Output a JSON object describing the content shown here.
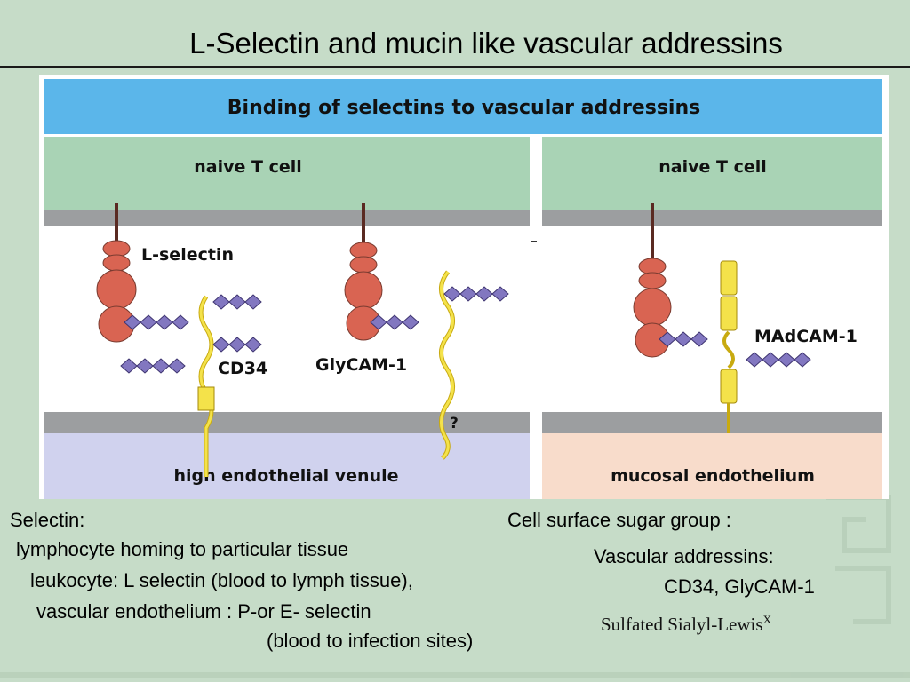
{
  "slide": {
    "title": "L-Selectin and mucin like vascular addressins"
  },
  "figure": {
    "banner": "Binding of selectins to vascular addressins",
    "left_panel": {
      "top_cell": "naive T cell",
      "bottom_cell": "high endothelial venule",
      "labels": {
        "lselectin": "L-selectin",
        "cd34": "CD34",
        "glycam": "GlyCAM-1",
        "question": "?"
      }
    },
    "right_panel": {
      "top_cell": "naive T cell",
      "bottom_cell": "mucosal endothelium",
      "labels": {
        "madcam": "MAdCAM-1"
      }
    },
    "colors": {
      "banner": "#5bb6ea",
      "t_cell": "#a9d3b5",
      "hev": "#d0d2ee",
      "mucosal": "#f8dccb",
      "membrane": "#9c9ea0",
      "selectin": "#d96452",
      "sugar": "#8277c0",
      "mucin": "#f4e24a"
    }
  },
  "notes": {
    "left": {
      "heading": "Selectin:",
      "line1": "lymphocyte homing to particular tissue",
      "line2": "leukocyte: L selectin (blood to lymph tissue),",
      "line3": "vascular endothelium :  P-or E- selectin",
      "line4": "(blood to infection sites)"
    },
    "right": {
      "heading": "Cell surface sugar group :",
      "line1": "Vascular addressins:",
      "line2": "CD34, GlyCAM-1",
      "sugar_name": "Sulfated Sialyl-Lewis",
      "sugar_sup": "X"
    }
  }
}
